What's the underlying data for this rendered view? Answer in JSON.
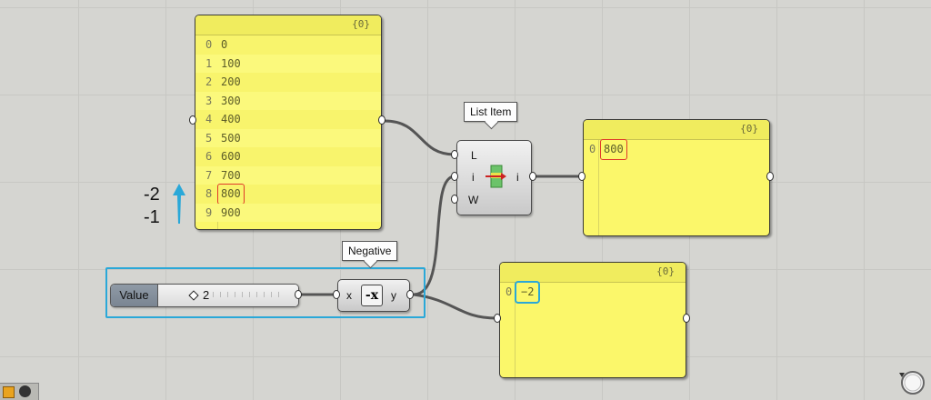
{
  "source_panel": {
    "path": "{0}",
    "rows": [
      {
        "i": "0",
        "v": "0"
      },
      {
        "i": "1",
        "v": "100"
      },
      {
        "i": "2",
        "v": "200"
      },
      {
        "i": "3",
        "v": "300"
      },
      {
        "i": "4",
        "v": "400"
      },
      {
        "i": "5",
        "v": "500"
      },
      {
        "i": "6",
        "v": "600"
      },
      {
        "i": "7",
        "v": "700"
      },
      {
        "i": "8",
        "v": "800"
      },
      {
        "i": "9",
        "v": "900"
      }
    ]
  },
  "list_item": {
    "tooltip": "List Item",
    "inputs": [
      "L",
      "i",
      "W"
    ],
    "output": "i"
  },
  "result_panel": {
    "path": "{0}",
    "index": "0",
    "value": "800"
  },
  "negative": {
    "tooltip": "Negative",
    "input": "x",
    "output": "y"
  },
  "slider": {
    "label": "Value",
    "value": "2"
  },
  "neg_panel": {
    "path": "{0}",
    "index": "0",
    "value": "−2"
  },
  "annotation": {
    "top": "-2",
    "bottom": "-1"
  },
  "colors": {
    "panel": "#fbf76a",
    "highlight_red": "#e03a2a",
    "highlight_blue": "#2aa8d8",
    "arrow": "#2aa8d8"
  }
}
